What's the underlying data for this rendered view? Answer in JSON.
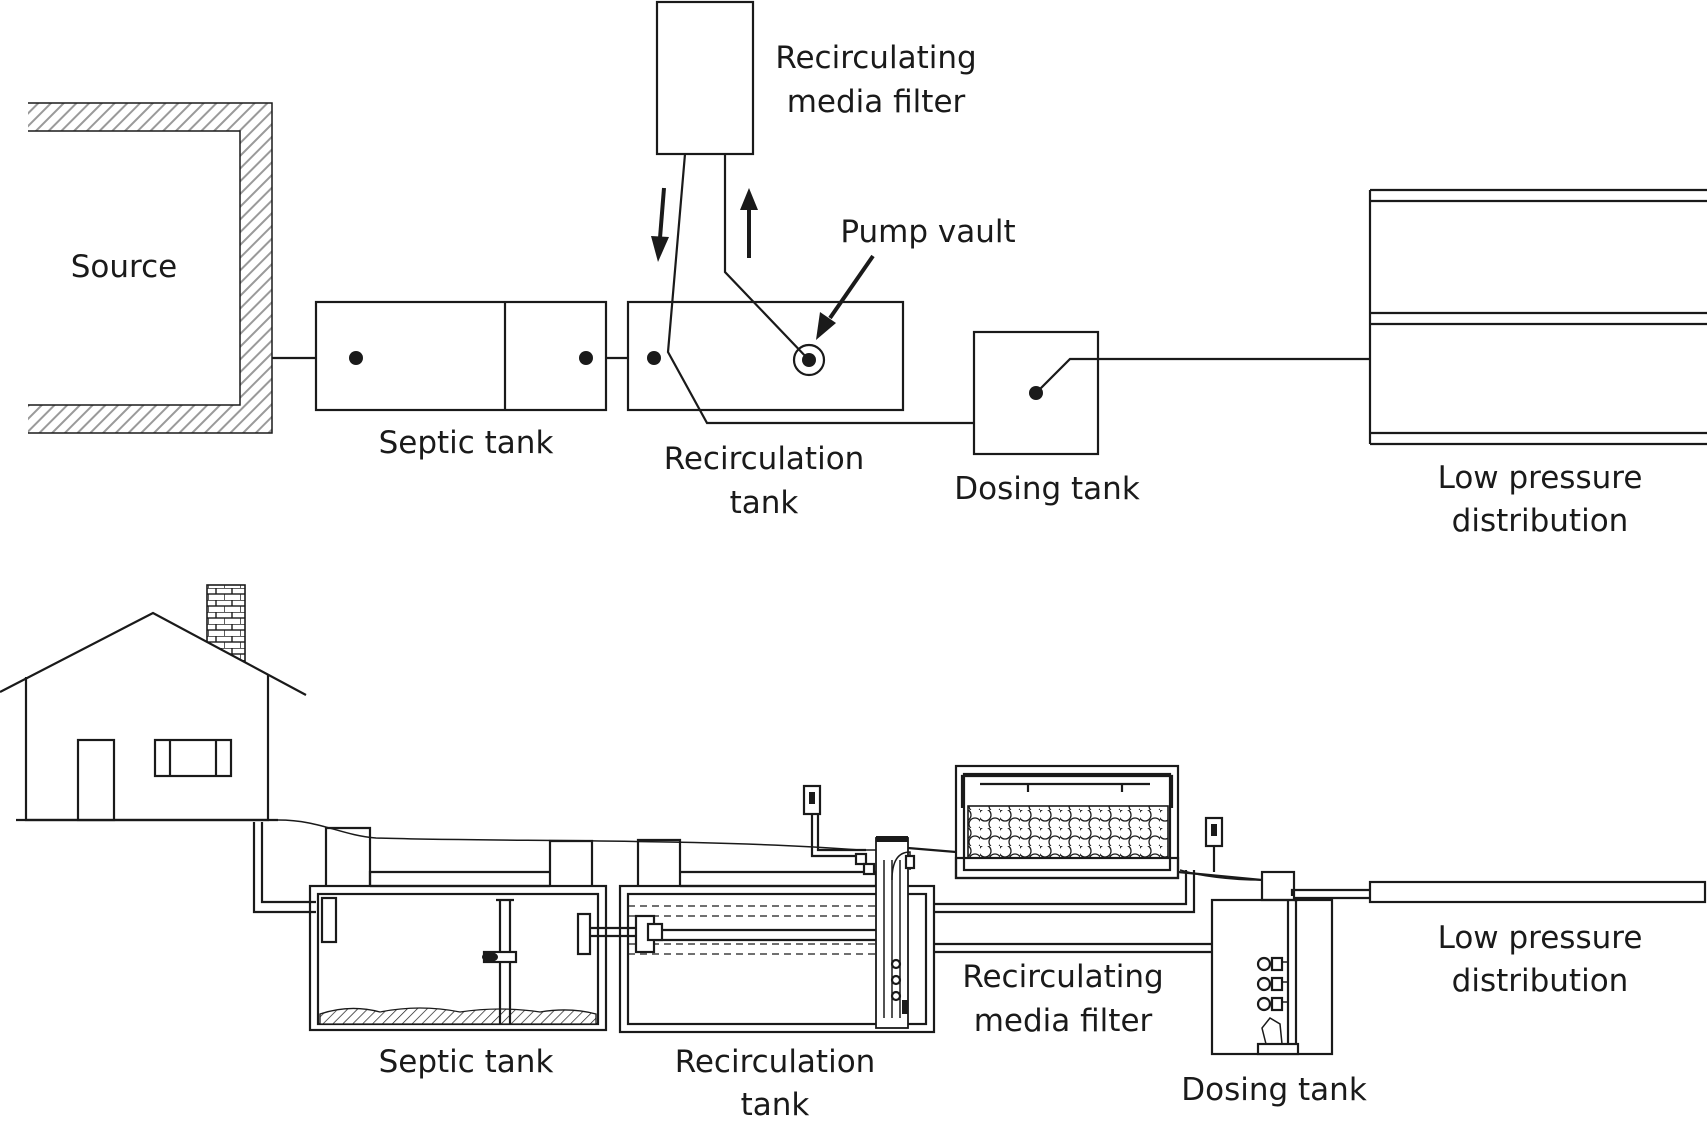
{
  "labels": {
    "top": {
      "source": "Source",
      "septic_tank": "Septic tank",
      "recirculation_tank_1": "Recirculation",
      "recirculation_tank_2": "tank",
      "media_filter_1": "Recirculating",
      "media_filter_2": "media filter",
      "pump_vault": "Pump vault",
      "dosing_tank": "Dosing tank",
      "low_pressure_1": "Low pressure",
      "low_pressure_2": "distribution"
    },
    "bottom": {
      "septic_tank": "Septic tank",
      "recirculation_tank_1": "Recirculation",
      "recirculation_tank_2": "tank",
      "media_filter_1": "Recirculating",
      "media_filter_2": "media filter",
      "dosing_tank": "Dosing tank",
      "low_pressure_1": "Low pressure",
      "low_pressure_2": "distribution"
    }
  },
  "colors": {
    "ink": "#1a1a1a",
    "hatch": "#9a9a9a",
    "background": "#ffffff"
  }
}
